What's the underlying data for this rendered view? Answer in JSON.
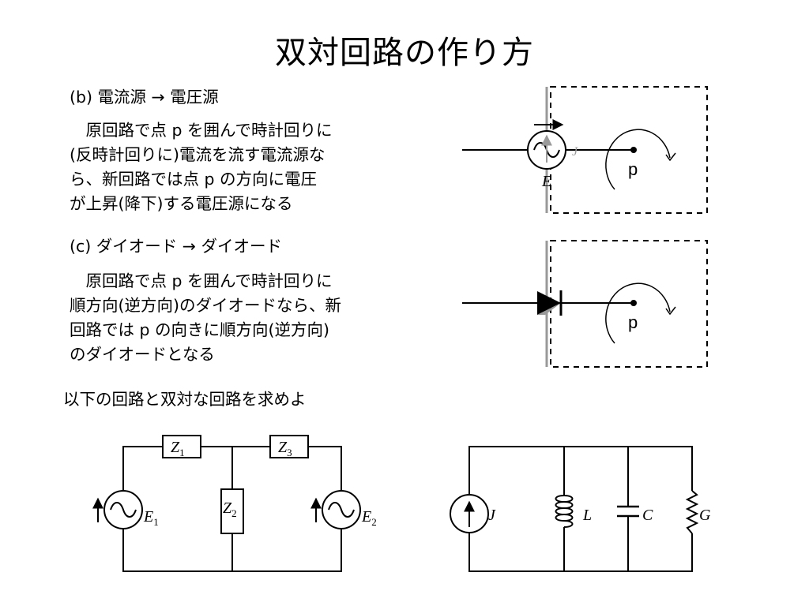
{
  "title": "双対回路の作り方",
  "section_b": {
    "heading": "(b) 電流源 → 電圧源",
    "lines": [
      "　原回路で点 p を囲んで時計回りに",
      "(反時計回りに)電流を流す電流源な",
      "ら、新回路では点 p の方向に電圧",
      "が上昇(降下)する電圧源になる"
    ],
    "diagram": {
      "point_label": "p",
      "source_label": "E",
      "current_label": "J"
    }
  },
  "section_c": {
    "heading": "(c) ダイオード → ダイオード",
    "lines": [
      "　原回路で点 p を囲んで時計回りに",
      "順方向(逆方向)のダイオードなら、新",
      "回路では p の向きに順方向(逆方向)",
      "のダイオードとなる"
    ],
    "diagram": {
      "point_label": "p"
    }
  },
  "task": "以下の回路と双対な回路を求めよ",
  "circuit_left": {
    "z1": "Z",
    "z1_sub": "1",
    "z2": "Z",
    "z2_sub": "2",
    "z3": "Z",
    "z3_sub": "3",
    "e1": "E",
    "e1_sub": "1",
    "e2": "E",
    "e2_sub": "2"
  },
  "circuit_right": {
    "j": "J",
    "l": "L",
    "c": "C",
    "g": "G"
  }
}
